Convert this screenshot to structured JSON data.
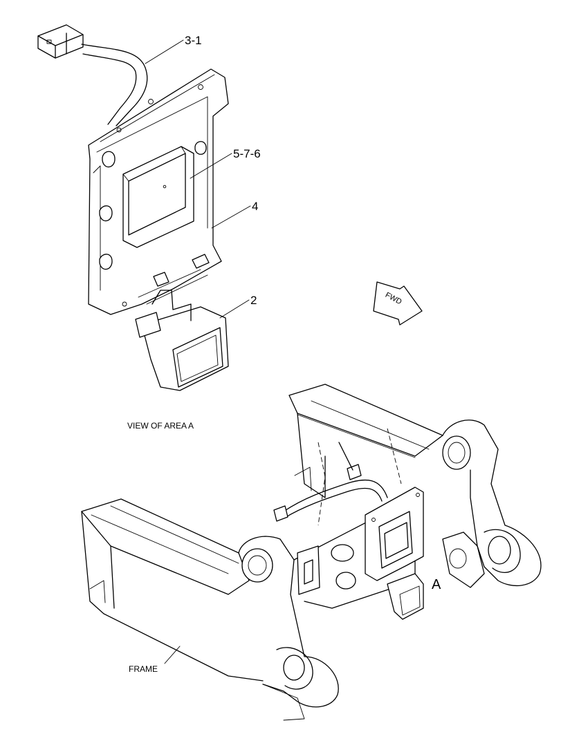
{
  "callouts": {
    "c1": "3-1",
    "c2": "5-7-6",
    "c3": "4",
    "c4": "2"
  },
  "labels": {
    "view": "VIEW OF AREA  A",
    "area_marker": "A",
    "frame": "FRAME",
    "direction": "FWD"
  }
}
